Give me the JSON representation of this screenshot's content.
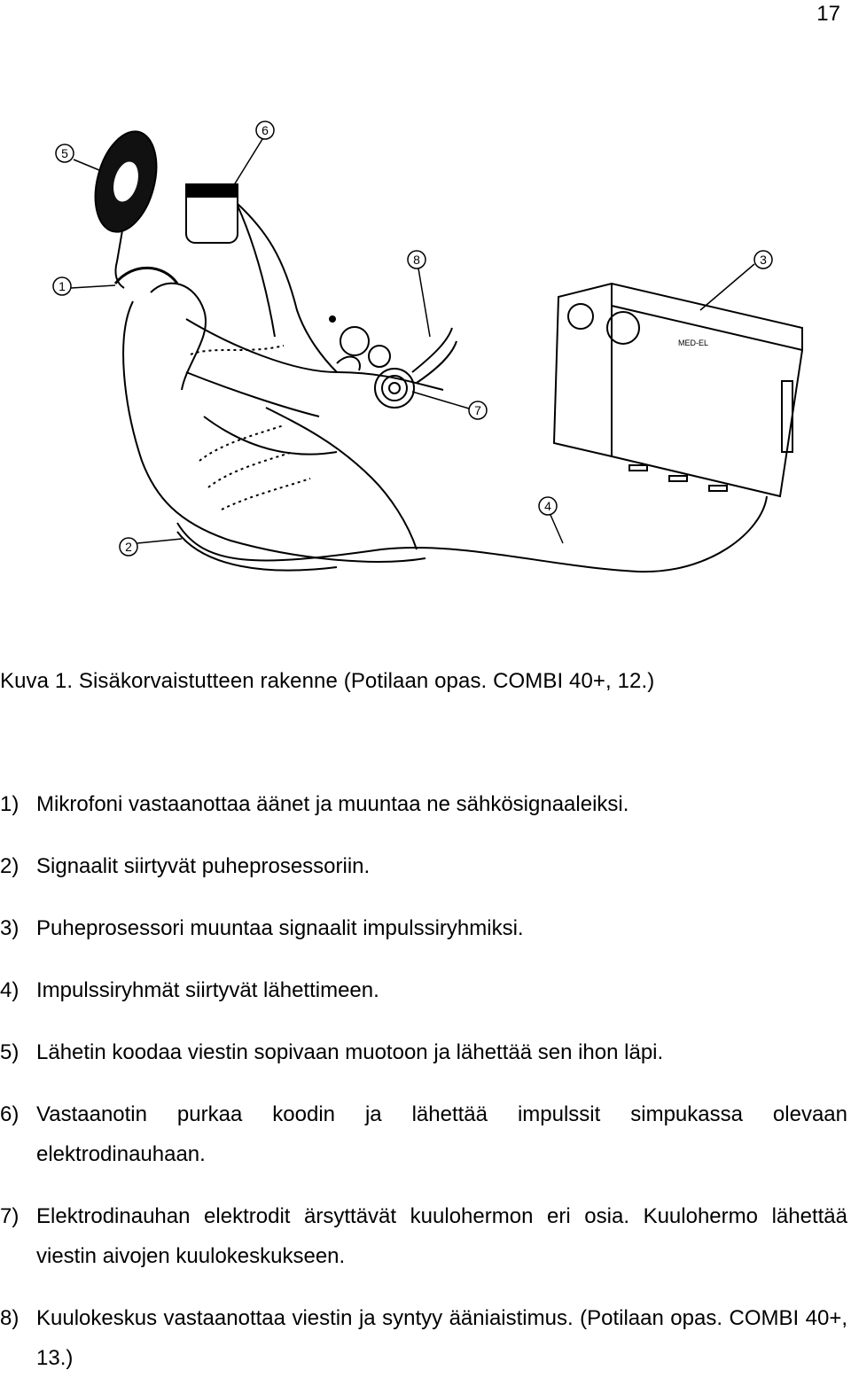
{
  "page_number": "17",
  "figure": {
    "callouts": [
      "1",
      "2",
      "3",
      "4",
      "5",
      "6",
      "7",
      "8"
    ],
    "device_label": "MED-EL",
    "icons": [
      "ear-anatomy-illustration",
      "speech-processor-device",
      "transmitter-coil",
      "receiver-implant"
    ]
  },
  "caption": "Kuva 1. Sisäkorvaistutteen rakenne (Potilaan opas. COMBI 40+, 12.)",
  "steps": [
    {
      "num": "1)",
      "text": "Mikrofoni vastaanottaa äänet ja muuntaa ne sähkösignaaleiksi."
    },
    {
      "num": "2)",
      "text": "Signaalit siirtyvät puheprosessoriin."
    },
    {
      "num": "3)",
      "text": "Puheprosessori muuntaa signaalit impulssiryhmiksi."
    },
    {
      "num": "4)",
      "text": "Impulssiryhmät siirtyvät lähettimeen."
    },
    {
      "num": "5)",
      "text": "Lähetin koodaa viestin sopivaan muotoon ja lähettää sen ihon läpi."
    },
    {
      "num": "6)",
      "text": "Vastaanotin purkaa koodin ja lähettää impulssit simpukassa olevaan elektrodinauhaan."
    },
    {
      "num": "7)",
      "text": "Elektrodinauhan elektrodit ärsyttävät kuulohermon eri osia. Kuulohermo lähettää viestin aivojen kuulokeskukseen."
    },
    {
      "num": "8)",
      "text": "Kuulokeskus vastaanottaa viestin ja syntyy ääniaistimus. (Potilaan opas. COMBI 40+, 13.)"
    }
  ]
}
